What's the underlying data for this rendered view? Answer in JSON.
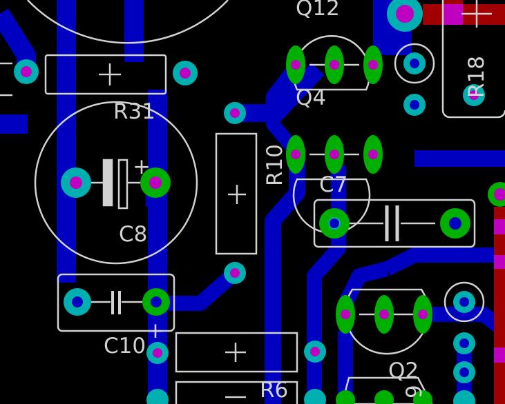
{
  "colors": {
    "background": "#000000",
    "bottom_copper": "#0000c0",
    "top_copper": "#a00000",
    "pad_ring": "#00b0b0",
    "pad_ring_green": "#00c000",
    "drill": "#c000c0",
    "silkscreen": "#d2d2d2"
  },
  "labels": {
    "q12": "Q12",
    "r31": "R31",
    "q4": "Q4",
    "r10": "R10",
    "c7": "C7",
    "c8": "C8",
    "c10": "C10",
    "r6": "R6",
    "q2": "Q2",
    "r18": "R18",
    "q_partial": "9",
    "plus": "+"
  }
}
